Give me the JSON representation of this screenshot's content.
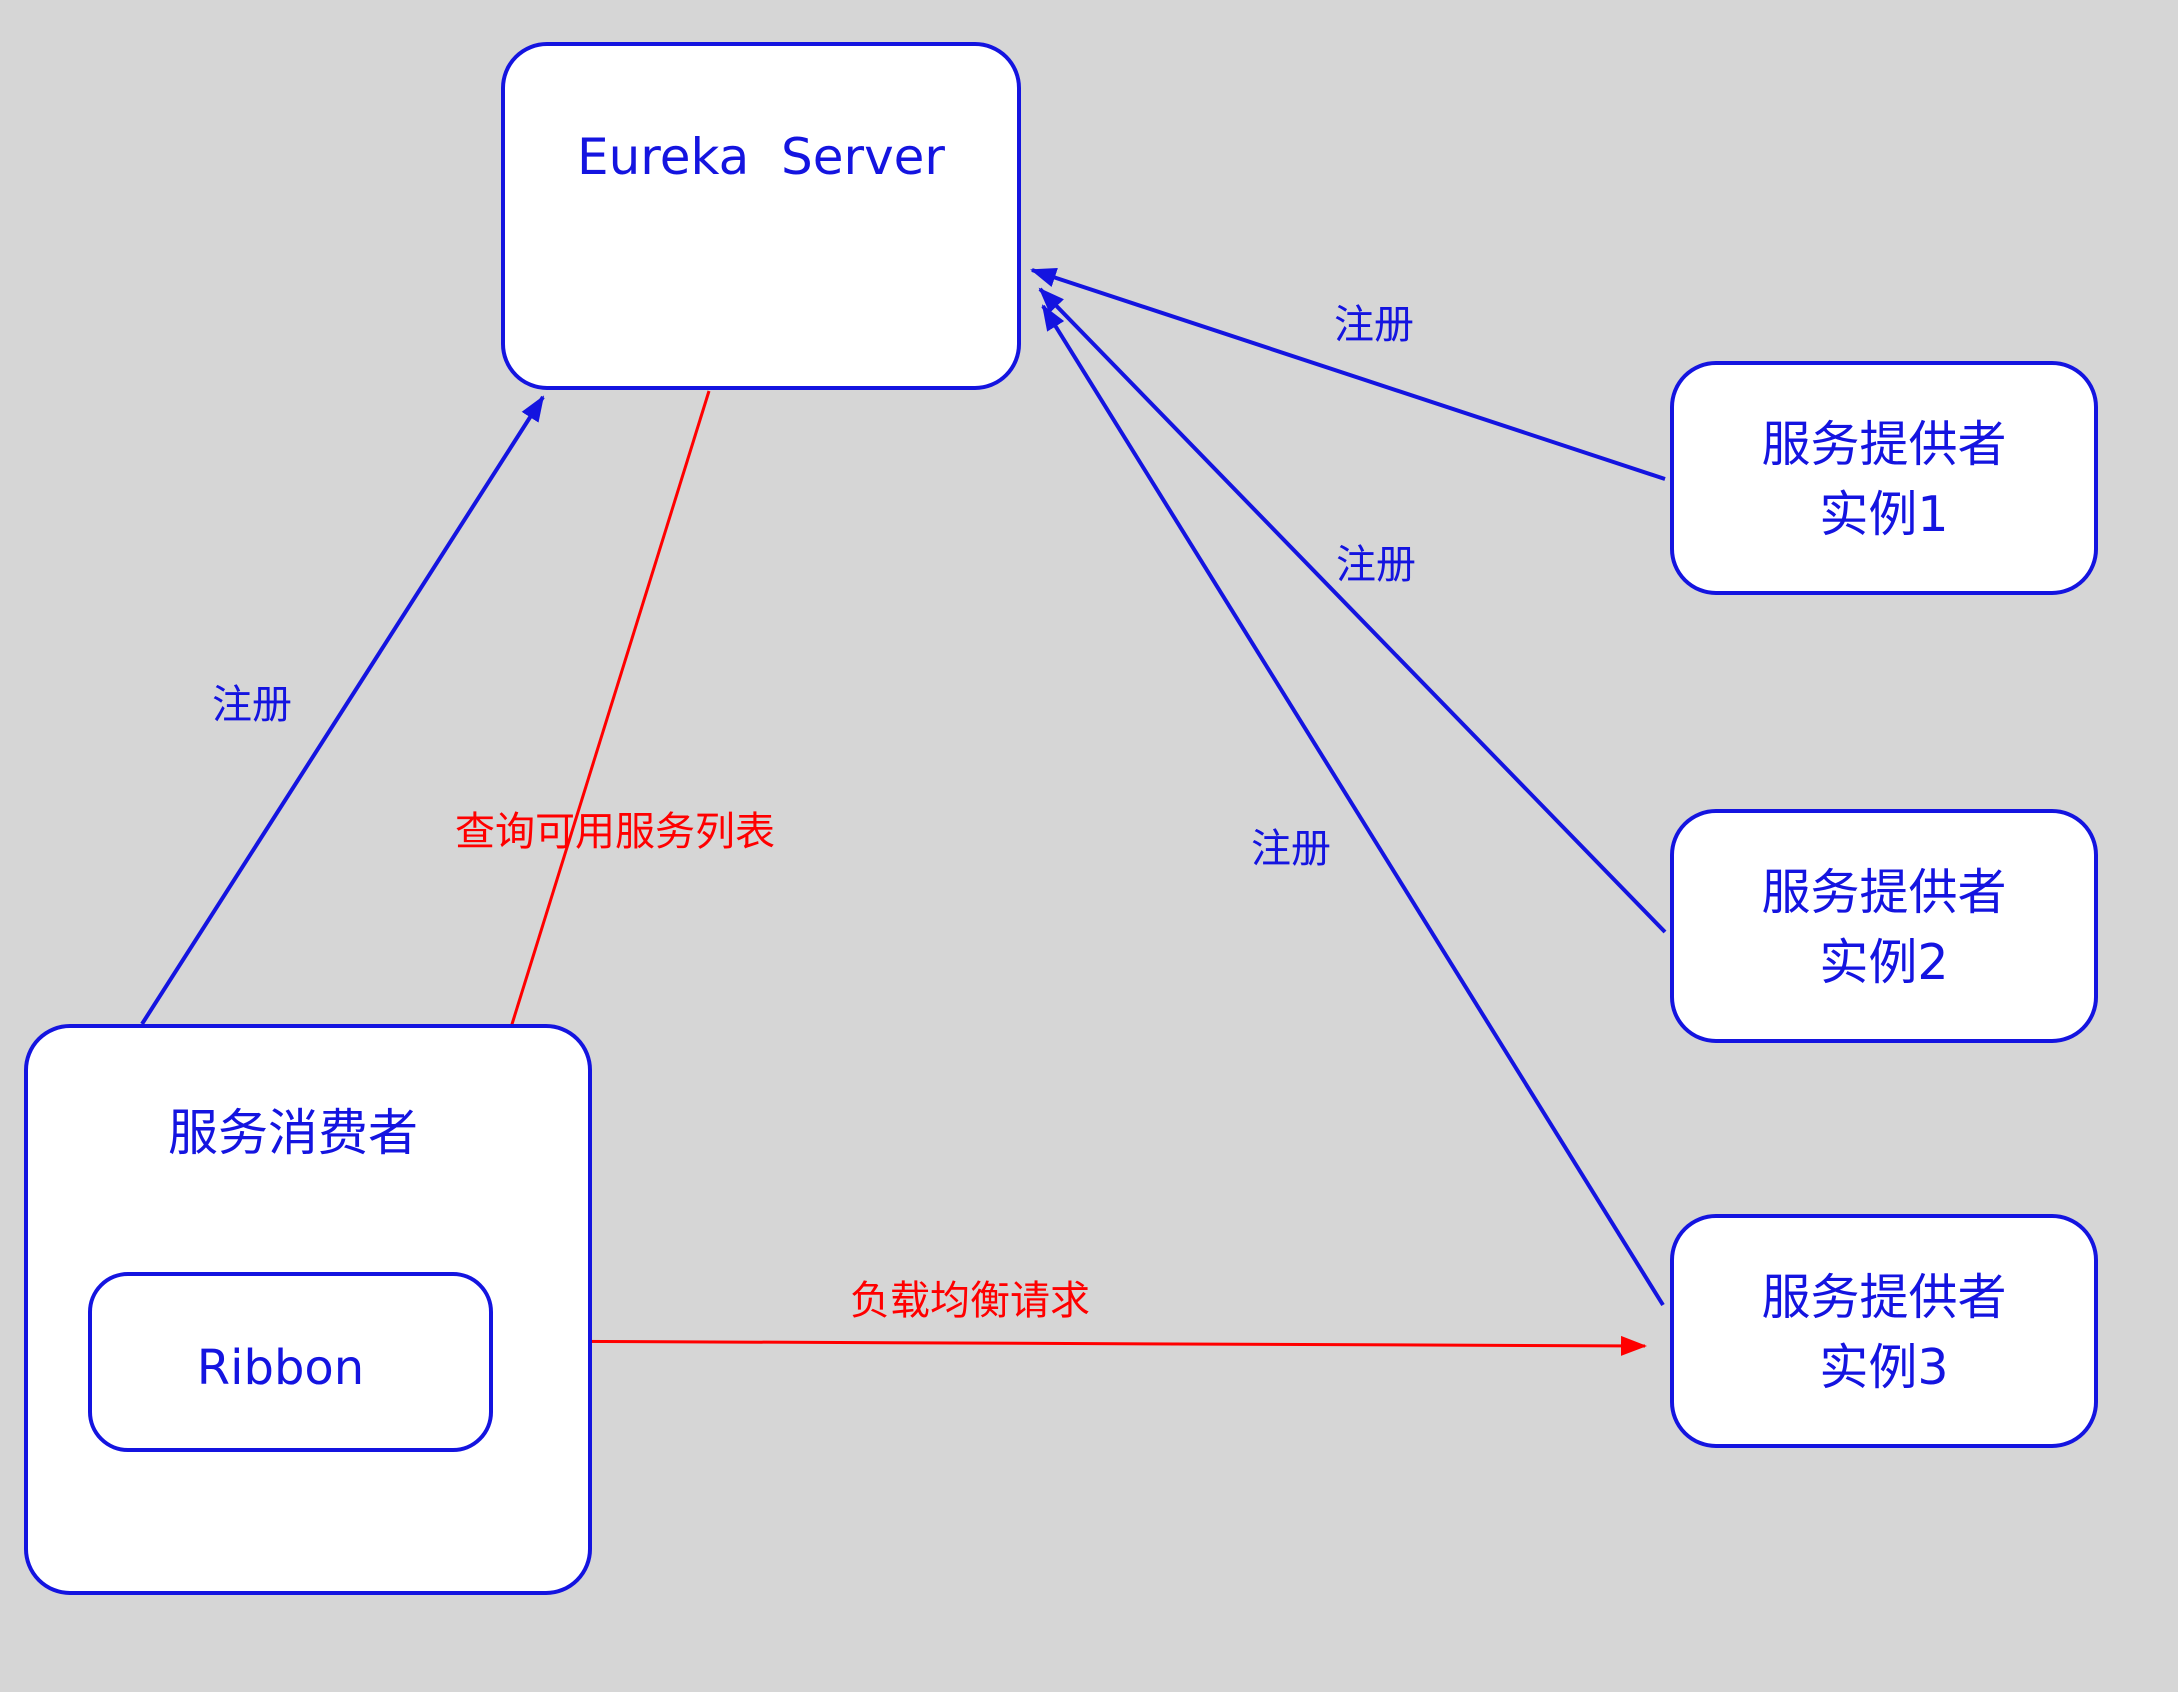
{
  "colors": {
    "background": "#d6d6d6",
    "node_border": "#1414e0",
    "node_fill": "#ffffff",
    "blue": "#1414e0",
    "red": "#ff0000"
  },
  "nodes": {
    "eureka_server": "Eureka  Server",
    "provider_1": "服务提供者\n实例1",
    "provider_2": "服务提供者\n实例2",
    "provider_3": "服务提供者\n实例3",
    "consumer": "服务消费者",
    "ribbon": "Ribbon"
  },
  "edges": {
    "register_provider_1": "注册",
    "register_provider_2": "注册",
    "register_provider_3": "注册",
    "register_consumer": "注册",
    "query_service_list": "查询可用服务列表",
    "load_balance_request": "负载均衡请求"
  }
}
